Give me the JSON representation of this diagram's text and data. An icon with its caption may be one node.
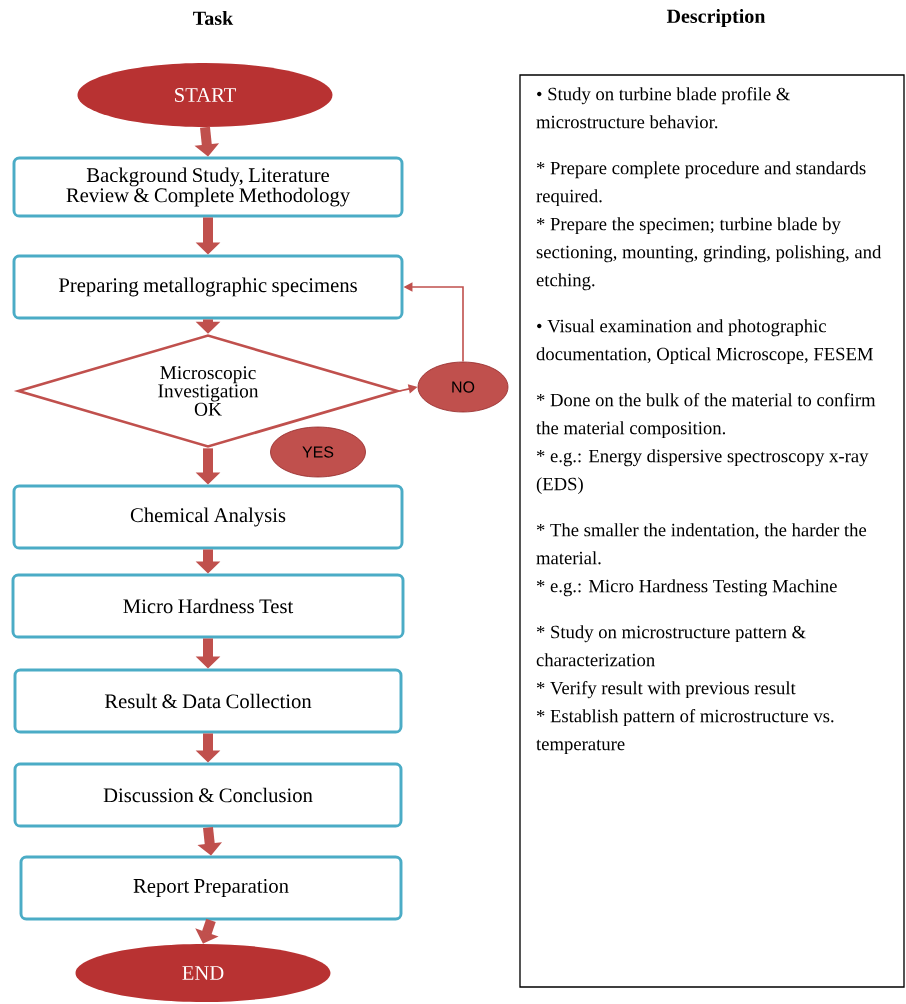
{
  "diagram": {
    "nodes": [
      {
        "text": [
          "START"
        ]
      },
      {
        "text": [
          "Background Study, Literature Review & Complete Methodology"
        ]
      },
      {
        "text": [
          "Preparing metallographic specimens"
        ]
      },
      {
        "text": [
          "Microscopic Investigation OK"
        ]
      },
      {
        "text": [
          "NO"
        ]
      },
      {
        "text": [
          "YES"
        ]
      },
      {
        "text": [
          "Chemical Analysis"
        ]
      },
      {
        "text": [
          "Micro Hardness Test"
        ]
      },
      {
        "text": [
          "Result & Data Collection"
        ]
      },
      {
        "text": [
          "Discussion & Conclusion"
        ]
      },
      {
        "text": [
          "Report Preparation"
        ]
      },
      {
        "text": [
          "END"
        ]
      },
      {
        "text": [
          "• Study on turbine blade profile & microstructure behavior.",
          "* Prepare complete procedure and standards required.",
          "* Prepare the specimen; turbine blade by sectioning, mounting, grinding, polishing, and etching.",
          "• Visual examination and photographic documentation, Optical Microscope, FESEM",
          "* Done on the bulk of the material to confirm the material composition.",
          "* e.g.: Energy dispersive spectroscopy x-ray (EDS)",
          "* The smaller the indentation, the harder the material.",
          "* e.g.: Micro Hardness Testing Machine",
          "* Study on microstructure pattern & characterization",
          "* Verify result with previous result",
          "* Establish pattern of microstructure vs. temperature"
        ]
      }
    ],
    "edges": [
      {
        "from": 0,
        "to": 1,
        "arrow": "to"
      },
      {
        "from": 1,
        "to": 2,
        "arrow": "to"
      },
      {
        "from": 2,
        "to": 3,
        "arrow": "to"
      },
      {
        "from": 3,
        "to": 6,
        "arrow": "to"
      },
      {
        "from": 3,
        "to": 4,
        "arrow": "to"
      },
      {
        "from": 4,
        "to": 2,
        "arrow": "to"
      },
      {
        "from": 6,
        "to": 7,
        "arrow": "to"
      },
      {
        "from": 7,
        "to": 8,
        "arrow": "to"
      },
      {
        "from": 8,
        "to": 9,
        "arrow": "to"
      },
      {
        "from": 9,
        "to": 10,
        "arrow": "to"
      },
      {
        "from": 10,
        "to": 11,
        "arrow": "to"
      }
    ],
    "labels": [
      "Task",
      "Description"
    ]
  }
}
